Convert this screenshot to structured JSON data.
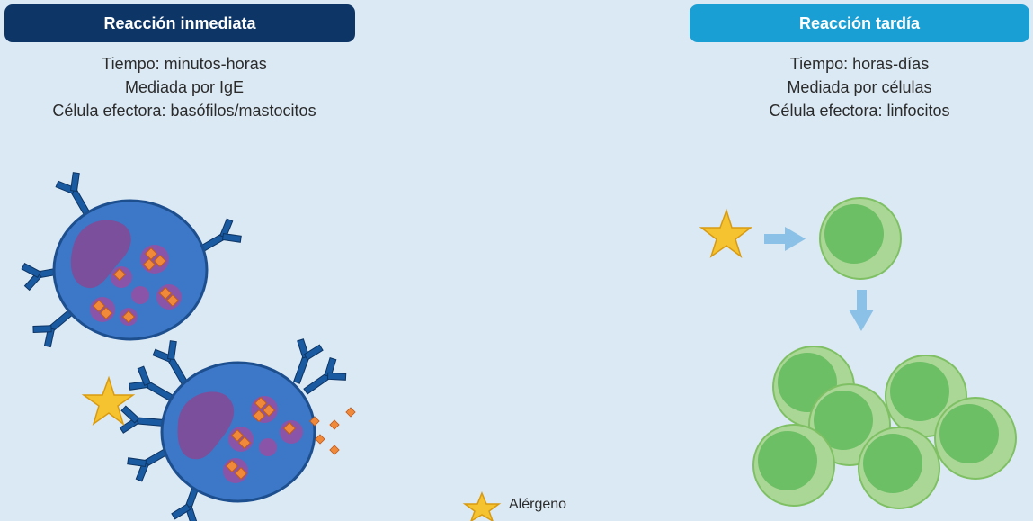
{
  "immediate": {
    "title": "Reacción inmediata",
    "lines": [
      "Tiempo: minutos-horas",
      "Mediada por IgE",
      "Célula efectora: basófilos/mastocitos"
    ]
  },
  "delayed": {
    "title": "Reacción tardía",
    "lines": [
      "Tiempo: horas-días",
      "Mediada por células",
      "Célula efectora: linfocitos"
    ]
  },
  "legend": {
    "allergen_label": "Alérgeno"
  },
  "colors": {
    "header_dark": "#0d3565",
    "header_light": "#1a9fd4",
    "background": "#dbe9f4",
    "mast_cell": "#3c78c7",
    "nucleus": "#7b4f9c",
    "granule": "#8a55a8",
    "granule_content": "#f08a3a",
    "antibody": "#1a5aa0",
    "allergen_star": "#f5c330",
    "lymphocyte_outer": "#aad795",
    "lymphocyte_inner": "#6cbf65",
    "arrow": "#8bc1e6"
  }
}
